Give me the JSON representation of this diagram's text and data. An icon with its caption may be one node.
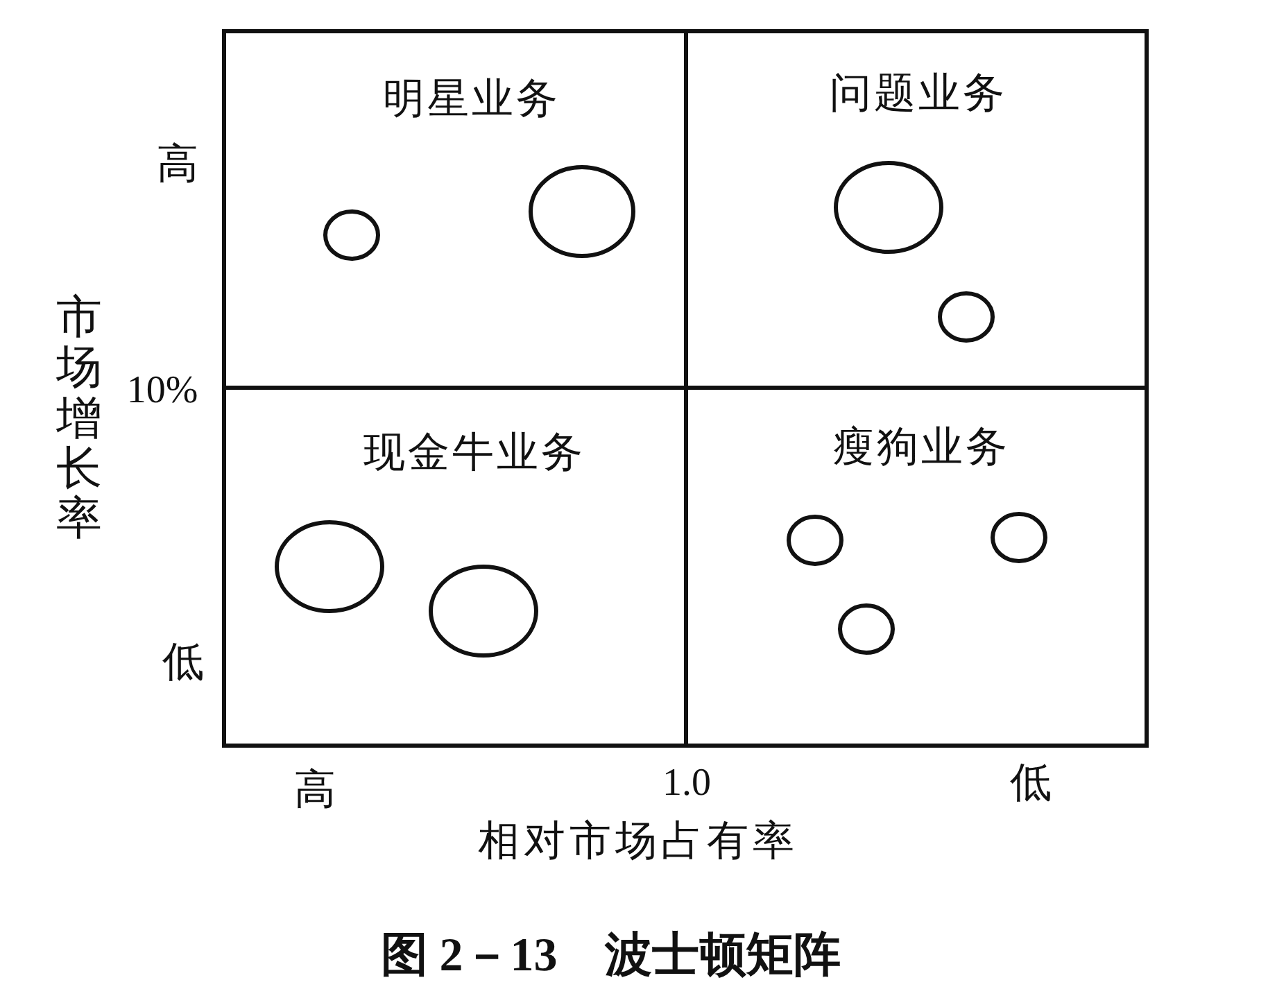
{
  "diagram": {
    "caption": "图 2－13　波士顿矩阵",
    "nodes": [
      {
        "text": [
          "明星业务"
        ]
      },
      {
        "text": [],
        "shape": "circle",
        "in": 0
      },
      {
        "text": [],
        "shape": "circle",
        "in": 0
      },
      {
        "text": [
          "问题业务"
        ]
      },
      {
        "text": [],
        "shape": "circle",
        "in": 3
      },
      {
        "text": [],
        "shape": "circle",
        "in": 3
      },
      {
        "text": [
          "现金牛业务"
        ]
      },
      {
        "text": [],
        "shape": "circle",
        "in": 6
      },
      {
        "text": [],
        "shape": "circle",
        "in": 6
      },
      {
        "text": [
          "瘦狗业务"
        ]
      },
      {
        "text": [],
        "shape": "circle",
        "in": 9
      },
      {
        "text": [],
        "shape": "circle",
        "in": 9
      },
      {
        "text": [],
        "shape": "circle",
        "in": 9
      }
    ],
    "labels": [
      "高",
      "市场增长率",
      "10%",
      "低",
      "高",
      "1.0",
      "低",
      "相对市场占有率"
    ]
  }
}
